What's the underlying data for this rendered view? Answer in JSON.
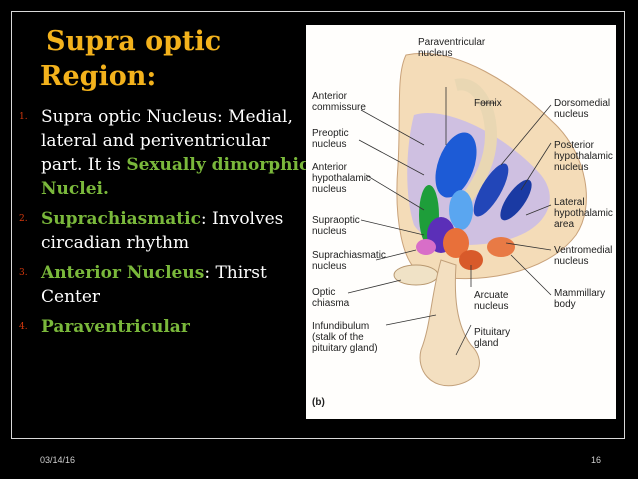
{
  "slide": {
    "title_line1": "Supra optic",
    "title_line2": "Region:",
    "bullets": [
      {
        "num": "1.",
        "text_a": "Supra optic Nucleus: Medial, lateral and periventricular part. It is ",
        "highlight": "Sexually dimorphic Nuclei",
        "text_b": "."
      },
      {
        "num": "2.",
        "highlight": "Suprachiasmatic",
        "text_b": ": Involves circadian rhythm"
      },
      {
        "num": "3.",
        "highlight": "Anterior Nucleus",
        "text_b": ": Thirst Center"
      },
      {
        "num": "4.",
        "highlight": "Paraventricular"
      }
    ],
    "footer_date": "03/14/16",
    "footer_page": "16"
  },
  "diagram": {
    "panel_tag": "(b)",
    "labels": {
      "paraventricular": "Paraventricular nucleus",
      "anterior_commissure": "Anterior commissure",
      "fornix": "Fornix",
      "dorsomedial": "Dorsomedial nucleus",
      "preoptic": "Preoptic nucleus",
      "posterior_hyp": "Posterior hypothalamic nucleus",
      "anterior_hyp": "Anterior hypothalamic nucleus",
      "lateral_hyp": "Lateral hypothalamic area",
      "supraoptic": "Supraoptic nucleus",
      "suprachiasmatic": "Suprachiasmatic nucleus",
      "ventromedial": "Ventromedial nucleus",
      "optic_chiasma": "Optic chiasma",
      "arcuate": "Arcuate nucleus",
      "mammillary": "Mammillary body",
      "infundibulum": "Infundibulum (stalk of the pituitary gland)",
      "pituitary": "Pituitary gland"
    }
  },
  "colors": {
    "title": "#f3b21c",
    "accent_green": "#7ab83b",
    "numbering": "#d4380d"
  }
}
